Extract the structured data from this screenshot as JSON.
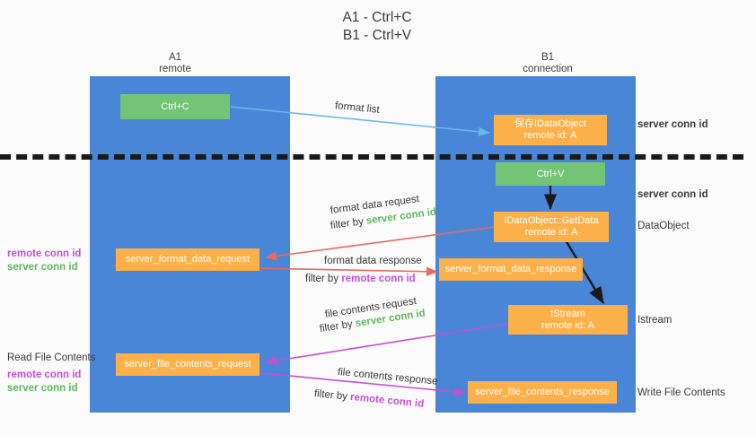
{
  "title": {
    "line1": "A1 - Ctrl+C",
    "line2": "B1 - Ctrl+V"
  },
  "lanes": [
    {
      "name": "A1",
      "sub": "remote"
    },
    {
      "name": "B1",
      "sub": "connection"
    }
  ],
  "boxes": {
    "ctrl_c": {
      "line1": "Ctrl+C"
    },
    "save_dataobject": {
      "line1": "保存IDataObject",
      "line2": "remote id: A"
    },
    "ctrl_v": {
      "line1": "Ctrl+V"
    },
    "getdata": {
      "line1": "IDataObject::GetData",
      "line2": "remote id: A"
    },
    "format_data_request": {
      "line1": "server_format_data_request"
    },
    "format_data_response": {
      "line1": "server_format_data_response"
    },
    "istream": {
      "line1": "IStream",
      "line2": "remote id: A"
    },
    "file_contents_request": {
      "line1": "server_file_contents_request"
    },
    "file_contents_response": {
      "line1": "server_file_contents_response"
    }
  },
  "edge_labels": {
    "format_list": "format list",
    "format_data_request": "format data request",
    "format_data_request_filter_pre": "filter by ",
    "format_data_request_filter_id": "server conn id",
    "format_data_response": "format data response",
    "format_data_response_filter_pre": "filter by ",
    "format_data_response_filter_id": "remote conn id",
    "file_contents_request": "file contents request",
    "file_contents_request_filter_pre": "filter by ",
    "file_contents_request_filter_id": "server conn id",
    "file_contents_response": "file contents response",
    "file_contents_response_filter_pre": "filter by ",
    "file_contents_response_filter_id": "remote conn id"
  },
  "annotations": {
    "left_mid": {
      "remote": "remote conn id",
      "server": "server conn id"
    },
    "left_low_title": "Read File Contents",
    "left_low": {
      "remote": "remote conn id",
      "server": "server conn id"
    },
    "right_1": "server conn id",
    "right_2": "server conn id",
    "right_dataobject": "DataObject",
    "right_istream": "Istream",
    "right_write": "Write File Contents"
  },
  "colors": {
    "lane": "#4a86d8",
    "orange": "#fbb049",
    "green_box": "#74c476",
    "green_text": "#5cb85c",
    "purple_text": "#c34fd4",
    "blue_arrow": "#6cb7e8",
    "red_arrow": "#e8685d",
    "magenta_arrow": "#c34fd4",
    "dark_arrow": "#1a1a1a"
  }
}
